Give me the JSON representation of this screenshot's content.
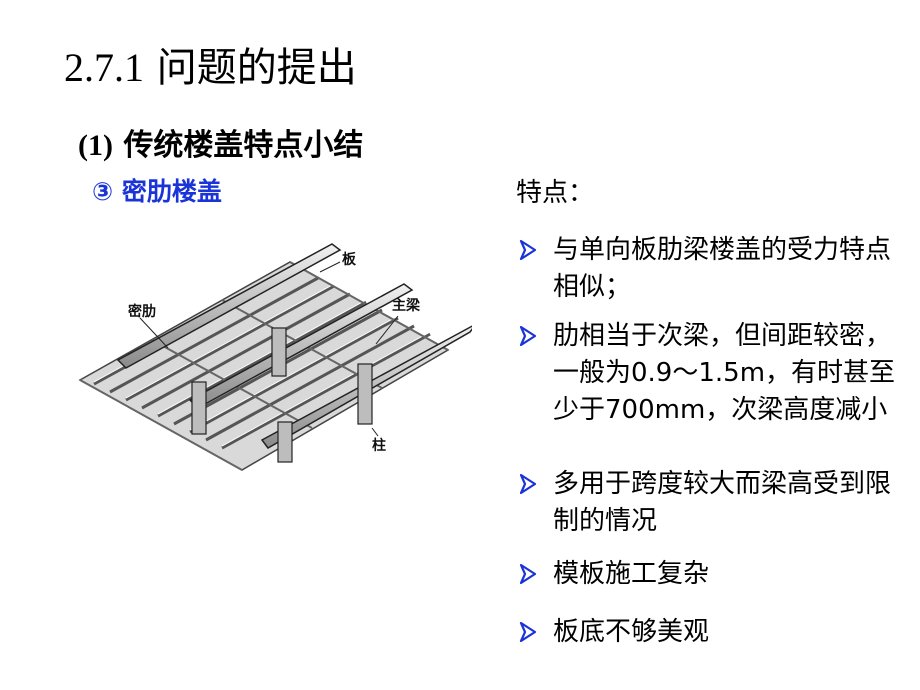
{
  "title": {
    "number": "2.7.1",
    "text": "问题的提出"
  },
  "subtitle": {
    "number": "(1)",
    "text": "传统楼盖特点小结"
  },
  "section": {
    "marker": "③",
    "label": "密肋楼盖"
  },
  "features": {
    "heading": "特点：",
    "bullet_icon": "arrow-bullet-icon",
    "bullet_color": "#1a34d8",
    "items": [
      "与单向板肋梁楼盖的受力特点相似；",
      "肋相当于次梁，但间距较密，一般为0.9～1.5m，有时甚至少于700mm，次梁高度减小",
      "多用于跨度较大而梁高受到限制的情况",
      "模板施工复杂",
      "板底不够美观"
    ]
  },
  "diagram": {
    "labels": {
      "slab": "板",
      "rib": "密肋",
      "main_beam": "主梁",
      "column": "柱"
    }
  }
}
